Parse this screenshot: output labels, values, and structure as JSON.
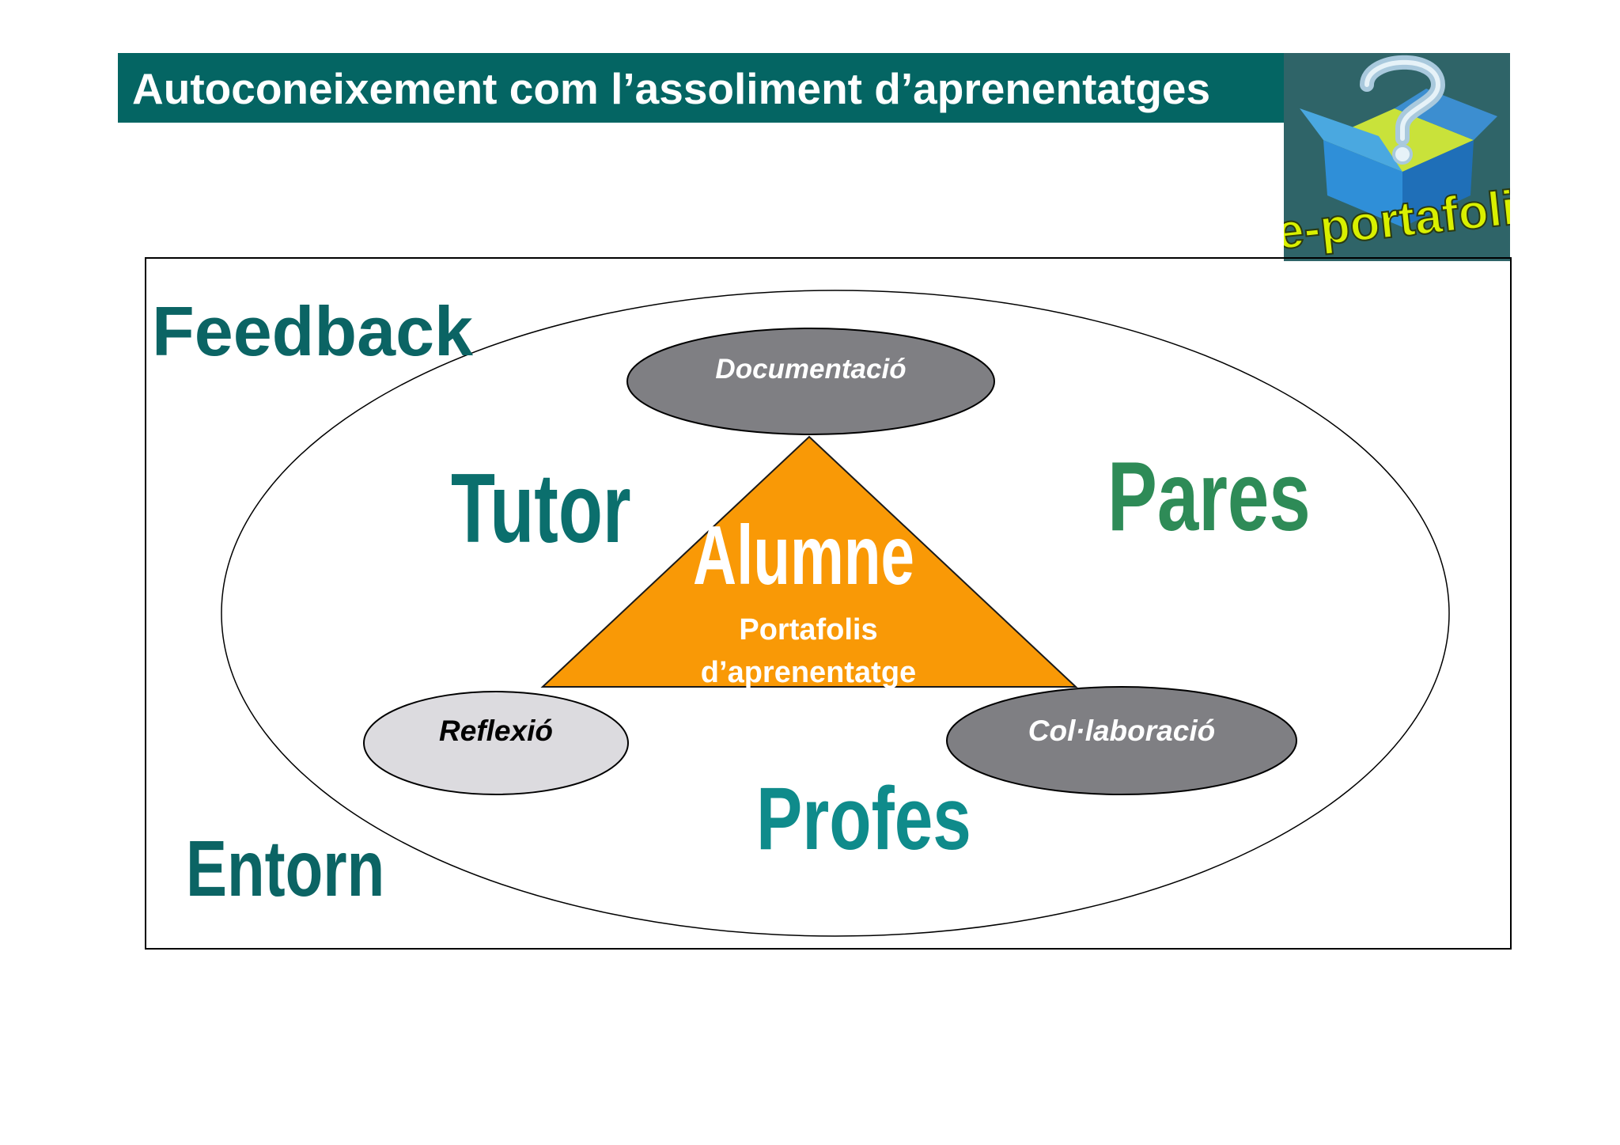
{
  "title": "Autoconeixement com l’assoliment d’aprenentatges",
  "logo": {
    "text": "e-portafoli",
    "icon": "question-box-icon"
  },
  "diagram": {
    "outer_labels": {
      "feedback": "Feedback",
      "entorn": "Entorn"
    },
    "actors": {
      "tutor": "Tutor",
      "pares": "Pares",
      "profes": "Profes"
    },
    "center": {
      "title": "Alumne",
      "subtitle_line1": "Portafolis",
      "subtitle_line2": "d’aprenentatge"
    },
    "nodes": {
      "documentacio": "Documentació",
      "reflexio": "Reflexió",
      "colaboracio": "Col·laboració"
    }
  },
  "colors": {
    "title_bar": "#046563",
    "dark_teal": "#0b6464",
    "teal": "#0f8b8b",
    "green": "#2e8b57",
    "orange": "#f99906",
    "dark_gray_node": "#7f7f83",
    "light_gray_node": "#dcdbdf",
    "logo_bg": "#2f6468",
    "logo_text": "#d9f000"
  }
}
